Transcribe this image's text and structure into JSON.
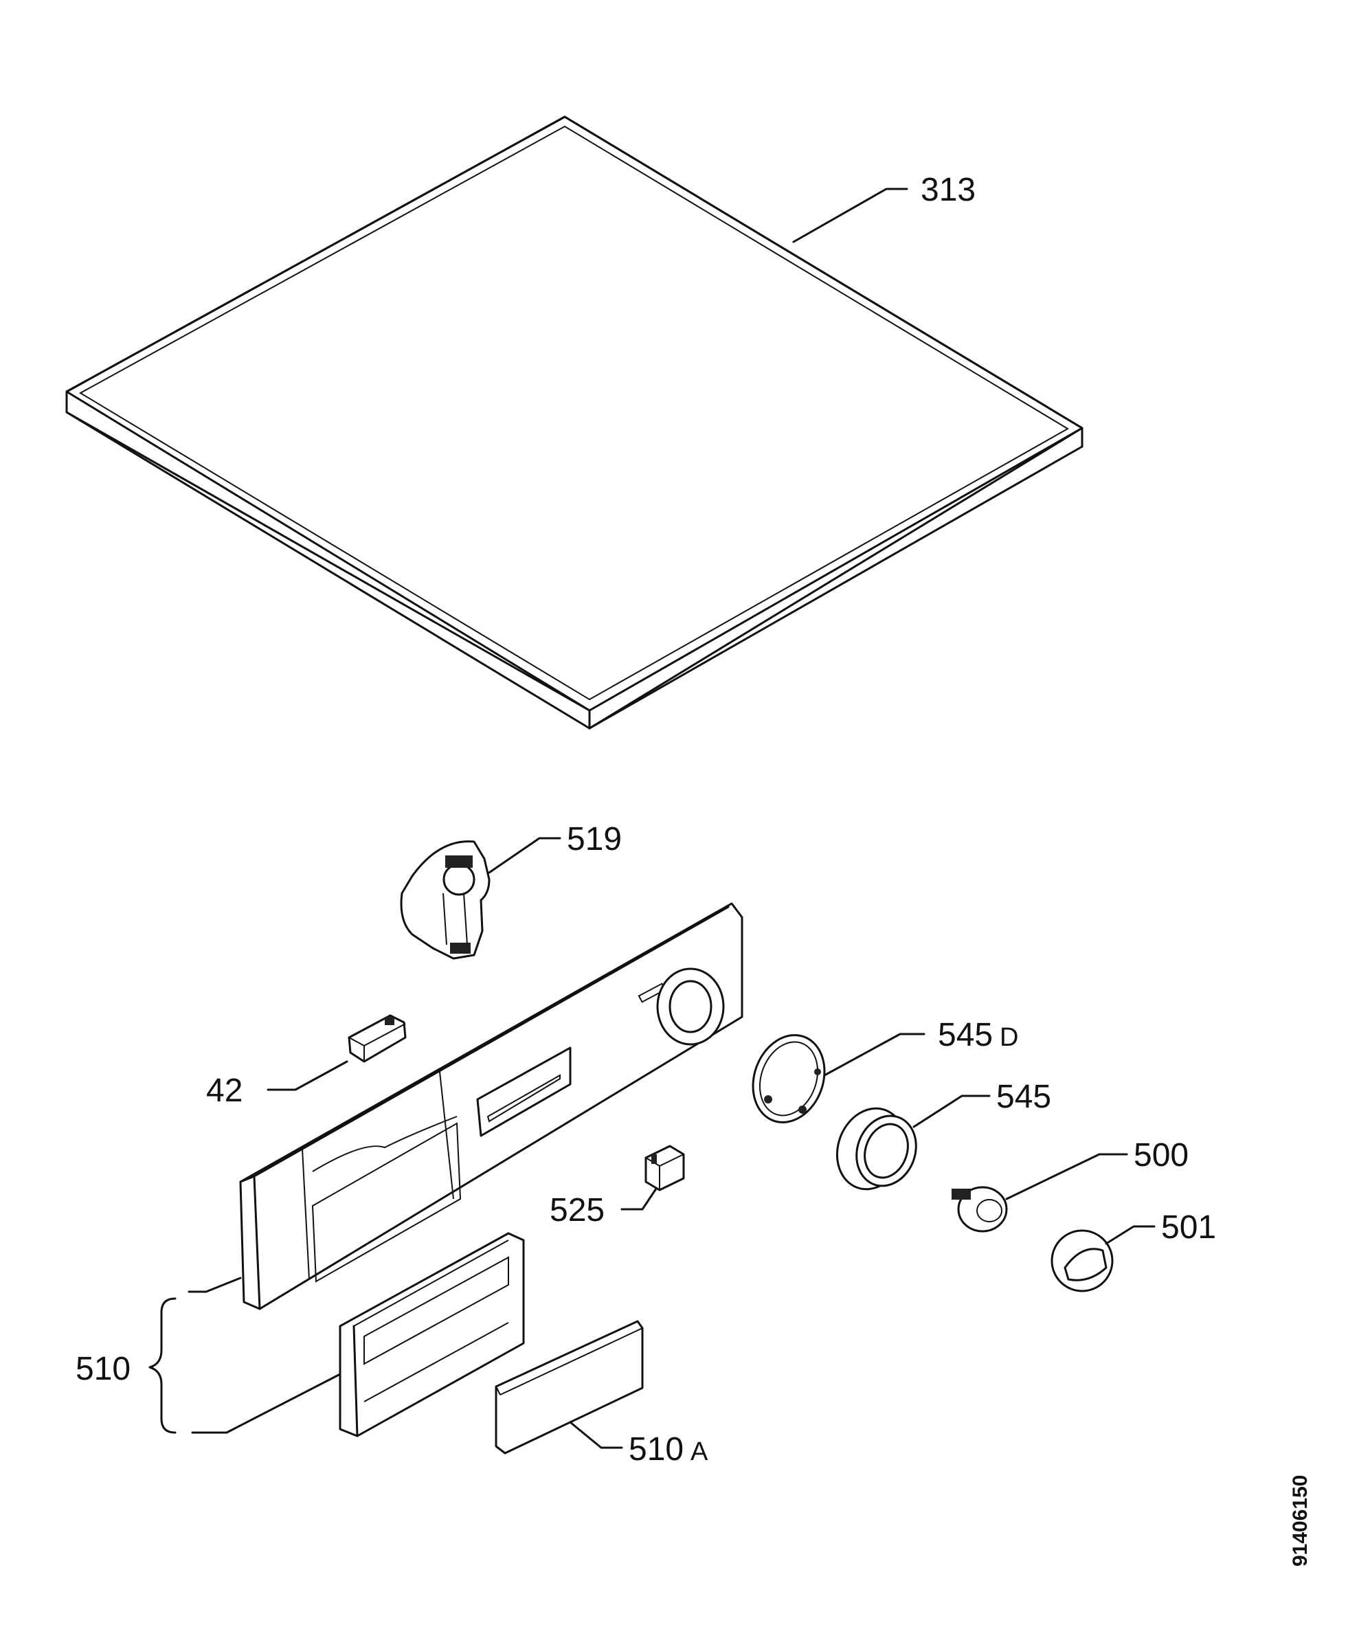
{
  "labels": {
    "p313": "313",
    "p519": "519",
    "p42": "42",
    "p545d_main": "545",
    "p545d_suffix": "D",
    "p545": "545",
    "p500": "500",
    "p525": "525",
    "p501": "501",
    "p510": "510",
    "p510a_main": "510",
    "p510a_suffix": "A"
  },
  "document_number": "91406150"
}
